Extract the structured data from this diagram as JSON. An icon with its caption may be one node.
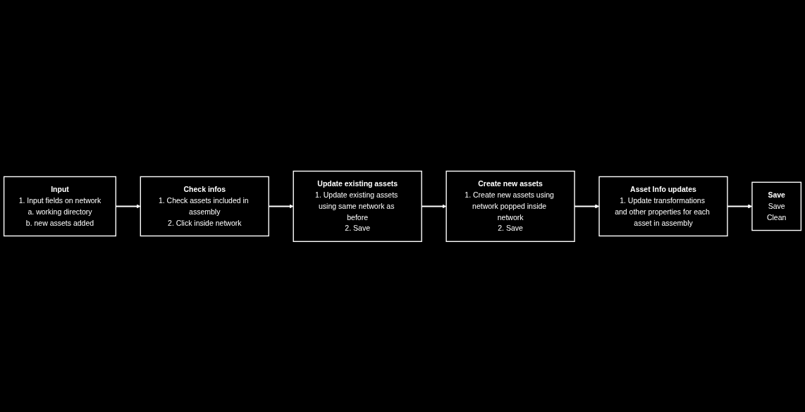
{
  "diagram": {
    "nodes": [
      {
        "text": [
          "Input",
          "1. Input fields on network",
          "a. working directory",
          "b. new assets added"
        ]
      },
      {
        "text": [
          "Check infos",
          "1. Check assets included in assembly",
          "2. Click inside network"
        ]
      },
      {
        "text": [
          "Update existing assets",
          "1. Update existing assets using same network as before",
          "2. Save"
        ]
      },
      {
        "text": [
          "Save",
          "Save",
          "Clean"
        ]
      },
      {
        "text": [
          "Asset Info updates",
          "1. Update transformations and other properties for each asset in assembly"
        ]
      },
      {
        "text": [
          "Create new assets",
          "1. Create new assets using network popped inside network",
          "2. Save"
        ]
      }
    ],
    "edges": [
      {
        "from": 0,
        "to": 1,
        "arrow": "to"
      },
      {
        "from": 1,
        "to": 2,
        "arrow": "to"
      },
      {
        "from": 2,
        "to": 5,
        "arrow": "to"
      },
      {
        "from": 5,
        "to": 4,
        "arrow": "to"
      },
      {
        "from": 4,
        "to": 3,
        "arrow": "to"
      }
    ]
  }
}
